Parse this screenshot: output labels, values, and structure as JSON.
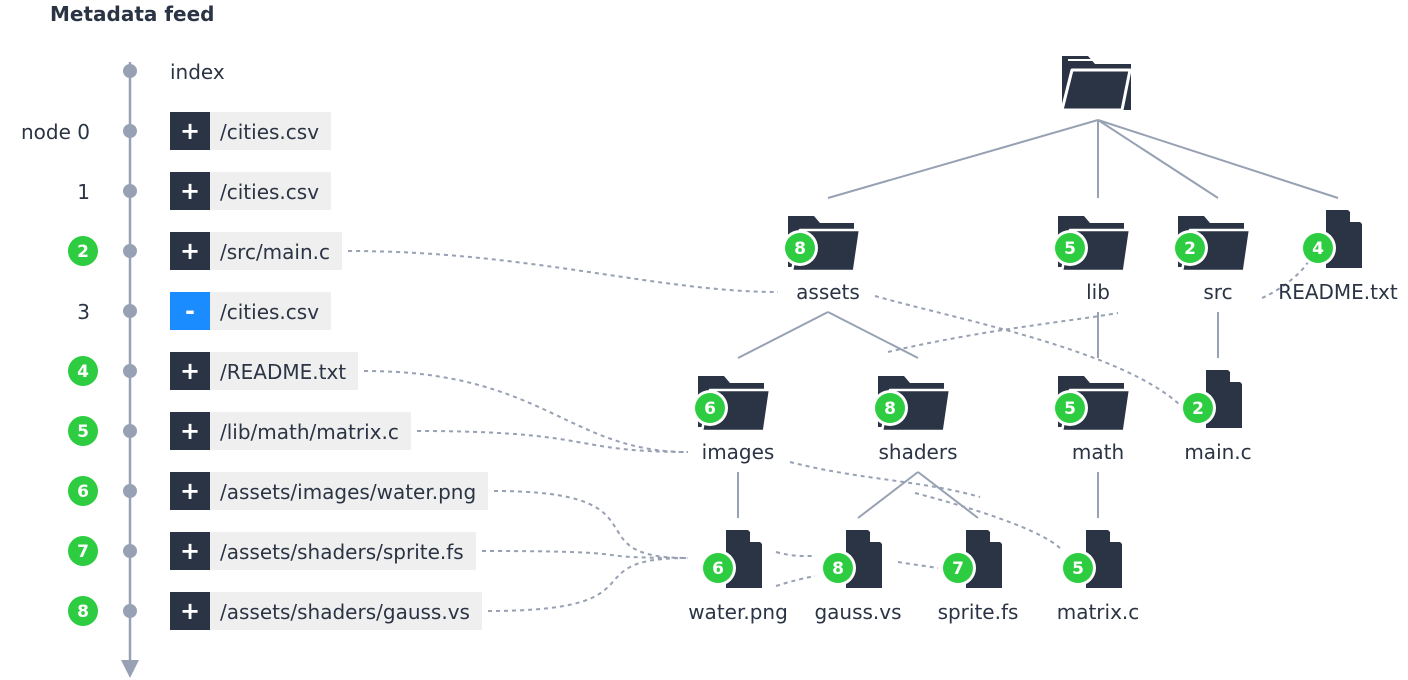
{
  "title": "Metadata feed",
  "colors": {
    "dark": "#2b3444",
    "line": "#97a1b3",
    "badge": "#2ecc40",
    "remove": "#1a8cff",
    "row_bg": "#efefef"
  },
  "feed": {
    "header": "index",
    "rows": [
      {
        "index": "node 0",
        "badge": false,
        "op": "+",
        "path": "/cities.csv",
        "remove": false
      },
      {
        "index": "1",
        "badge": false,
        "op": "+",
        "path": "/cities.csv",
        "remove": false
      },
      {
        "index": "2",
        "badge": true,
        "op": "+",
        "path": "/src/main.c",
        "remove": false
      },
      {
        "index": "3",
        "badge": false,
        "op": "-",
        "path": "/cities.csv",
        "remove": true
      },
      {
        "index": "4",
        "badge": true,
        "op": "+",
        "path": "/README.txt",
        "remove": false
      },
      {
        "index": "5",
        "badge": true,
        "op": "+",
        "path": "/lib/math/matrix.c",
        "remove": false
      },
      {
        "index": "6",
        "badge": true,
        "op": "+",
        "path": "/assets/images/water.png",
        "remove": false
      },
      {
        "index": "7",
        "badge": true,
        "op": "+",
        "path": "/assets/shaders/sprite.fs",
        "remove": false
      },
      {
        "index": "8",
        "badge": true,
        "op": "+",
        "path": "/assets/shaders/gauss.vs",
        "remove": false
      }
    ]
  },
  "tree": {
    "nodes": [
      {
        "id": "root",
        "type": "folder-open",
        "label": "",
        "badge": ""
      },
      {
        "id": "assets",
        "type": "folder",
        "label": "assets",
        "badge": "8"
      },
      {
        "id": "lib",
        "type": "folder",
        "label": "lib",
        "badge": "5"
      },
      {
        "id": "src",
        "type": "folder",
        "label": "src",
        "badge": "2"
      },
      {
        "id": "readme",
        "type": "file",
        "label": "README.txt",
        "badge": "4"
      },
      {
        "id": "images",
        "type": "folder",
        "label": "images",
        "badge": "6"
      },
      {
        "id": "shaders",
        "type": "folder",
        "label": "shaders",
        "badge": "8"
      },
      {
        "id": "math",
        "type": "folder",
        "label": "math",
        "badge": "5"
      },
      {
        "id": "mainc",
        "type": "file",
        "label": "main.c",
        "badge": "2"
      },
      {
        "id": "water",
        "type": "file",
        "label": "water.png",
        "badge": "6"
      },
      {
        "id": "gauss",
        "type": "file",
        "label": "gauss.vs",
        "badge": "8"
      },
      {
        "id": "sprite",
        "type": "file",
        "label": "sprite.fs",
        "badge": "7"
      },
      {
        "id": "matrix",
        "type": "file",
        "label": "matrix.c",
        "badge": "5"
      }
    ],
    "edges": [
      [
        "root",
        "assets"
      ],
      [
        "root",
        "lib"
      ],
      [
        "root",
        "src"
      ],
      [
        "root",
        "readme"
      ],
      [
        "assets",
        "images"
      ],
      [
        "assets",
        "shaders"
      ],
      [
        "lib",
        "math"
      ],
      [
        "src",
        "mainc"
      ],
      [
        "images",
        "water"
      ],
      [
        "shaders",
        "gauss"
      ],
      [
        "shaders",
        "sprite"
      ],
      [
        "math",
        "matrix"
      ]
    ],
    "links": [
      {
        "row": 2,
        "to": "assets"
      },
      {
        "row": 4,
        "to": "images"
      },
      {
        "row": 5,
        "to": "images"
      },
      {
        "row": 6,
        "to": "water"
      },
      {
        "row": 7,
        "to": "water"
      },
      {
        "row": 8,
        "to": "water"
      }
    ]
  }
}
